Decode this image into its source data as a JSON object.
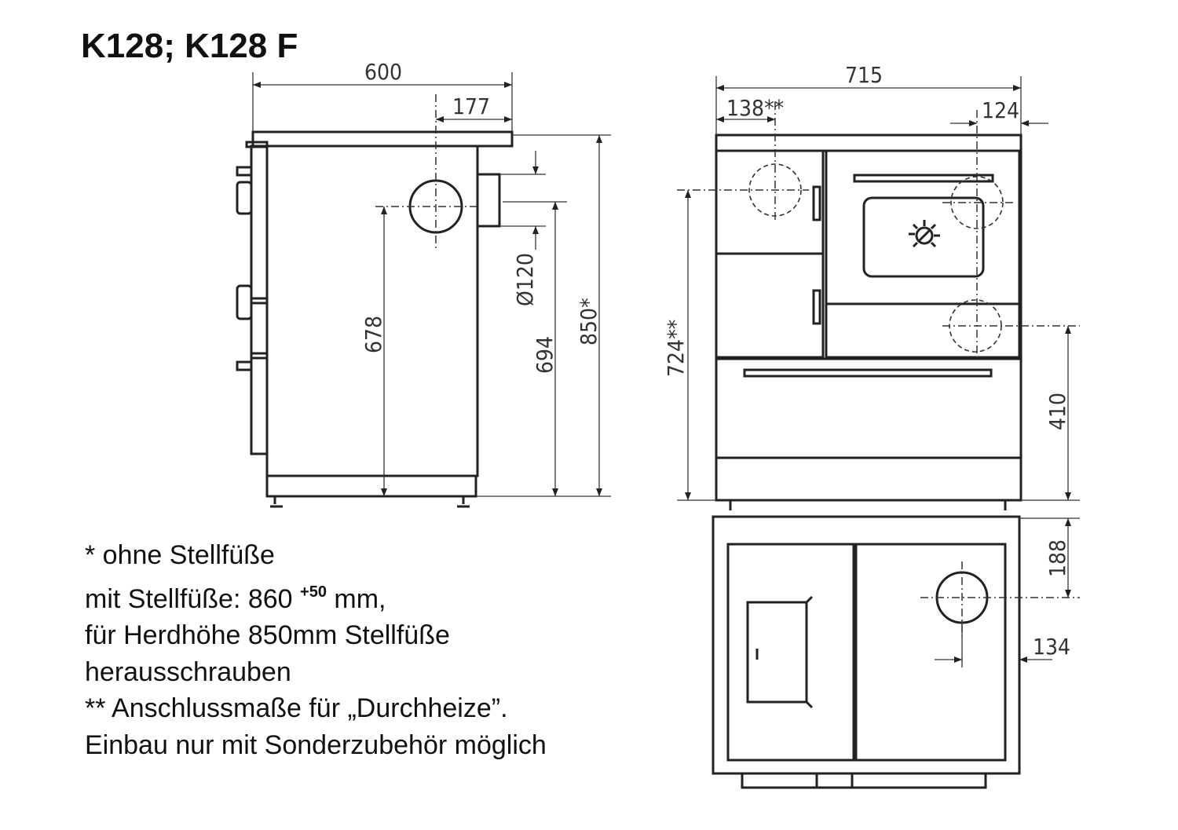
{
  "title": "K128; K128 F",
  "side_view": {
    "width": "600",
    "flue_offset": "177",
    "flue_diameter": "Ø120",
    "flue_center_height": "678",
    "collar_height": "694",
    "total_height": "850*"
  },
  "front_view": {
    "width": "715",
    "left_offset": "138**",
    "right_offset": "124",
    "left_connection_height": "724**",
    "right_connection_height": "410"
  },
  "plan_view": {
    "depth_offset": "188",
    "side_offset": "134"
  },
  "notes": {
    "line1": "* ohne Stellfüße",
    "line2_prefix": "mit Stellfüße: 860 ",
    "line2_sup": "+50",
    "line2_suffix": " mm,",
    "line3": "für Herdhöhe 850mm Stellfüße",
    "line4": "herausschrauben",
    "line5": "** Anschlussmaße für „Durchheize”.",
    "line6": "Einbau nur mit Sonderzubehör möglich"
  }
}
